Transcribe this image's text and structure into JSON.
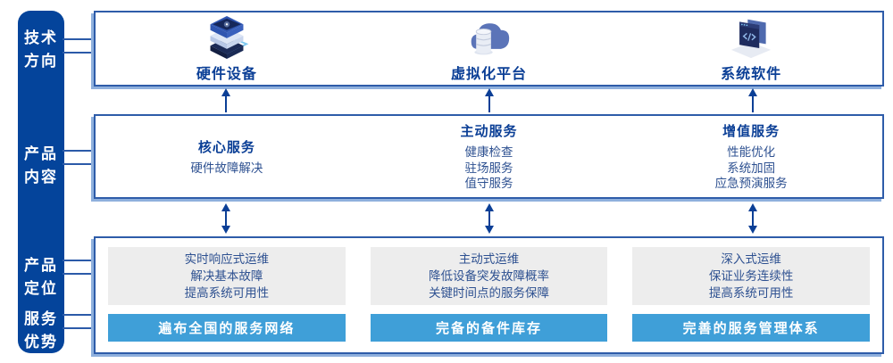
{
  "colors": {
    "sidebar_bg": "#04449b",
    "box_border": "#2e5ca9",
    "box_shadow": "#8fb0dd",
    "heading_text": "#0b3f96",
    "body_text": "#2e5191",
    "banner_bg": "#3f9fd8",
    "gray_panel_bg": "#ededed",
    "arrow": "#0b3f96"
  },
  "sidebar": {
    "items": [
      {
        "id": "tech-direction",
        "label": "技术\n方向"
      },
      {
        "id": "product-content",
        "label": "产品\n内容"
      },
      {
        "id": "product-positioning",
        "label": "产品\n定位"
      },
      {
        "id": "service-advantage",
        "label": "服务\n优势"
      }
    ]
  },
  "tech_row": {
    "items": [
      {
        "icon": "server-stack-icon",
        "label": "硬件设备"
      },
      {
        "icon": "cloud-database-icon",
        "label": "虚拟化平台"
      },
      {
        "icon": "software-window-icon",
        "label": "系统软件"
      }
    ]
  },
  "services_row": {
    "columns": [
      {
        "heading": "核心服务",
        "items": [
          "硬件故障解决"
        ]
      },
      {
        "heading": "主动服务",
        "items": [
          "健康检查",
          "驻场服务",
          "值守服务"
        ]
      },
      {
        "heading": "增值服务",
        "items": [
          "性能优化",
          "系统加固",
          "应急预演服务"
        ]
      }
    ]
  },
  "positioning_row": {
    "columns": [
      {
        "points": [
          "实时响应式运维",
          "解决基本故障",
          "提高系统可用性"
        ],
        "banner": "遍布全国的服务网络"
      },
      {
        "points": [
          "主动式运维",
          "降低设备突发故障概率",
          "关键时间点的服务保障"
        ],
        "banner": "完备的备件库存"
      },
      {
        "points": [
          "深入式运维",
          "保证业务连续性",
          "提高系统可用性"
        ],
        "banner": "完善的服务管理体系"
      }
    ]
  }
}
